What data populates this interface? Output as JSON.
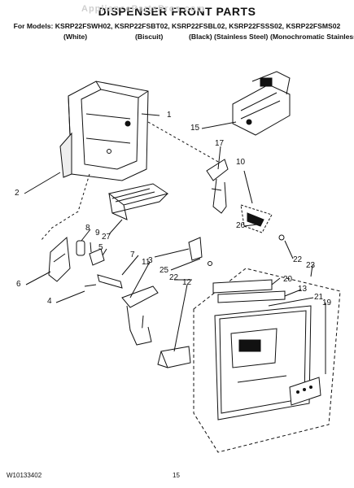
{
  "header": {
    "title": "DISPENSER FRONT PARTS",
    "watermark": "AppliancePartsPros.com",
    "models_line": "For Models: KSRP22FSWH02, KSRP22FSBT02, KSRP22FSBL02, KSRP22FSSS02, KSRP22FSMS02",
    "colors": [
      "(White)",
      "(Biscuit)",
      "(Black)",
      "(Stainless Steel)",
      "(Monochromatic Stainless)"
    ]
  },
  "callouts": [
    "1",
    "2",
    "3",
    "4",
    "5",
    "6",
    "7",
    "8",
    "9",
    "10",
    "11",
    "12",
    "13",
    "15",
    "17",
    "19",
    "20",
    "21",
    "22",
    "22",
    "23",
    "25",
    "26",
    "27"
  ],
  "footer": {
    "doc_number": "W10133402",
    "page_number": "15"
  }
}
